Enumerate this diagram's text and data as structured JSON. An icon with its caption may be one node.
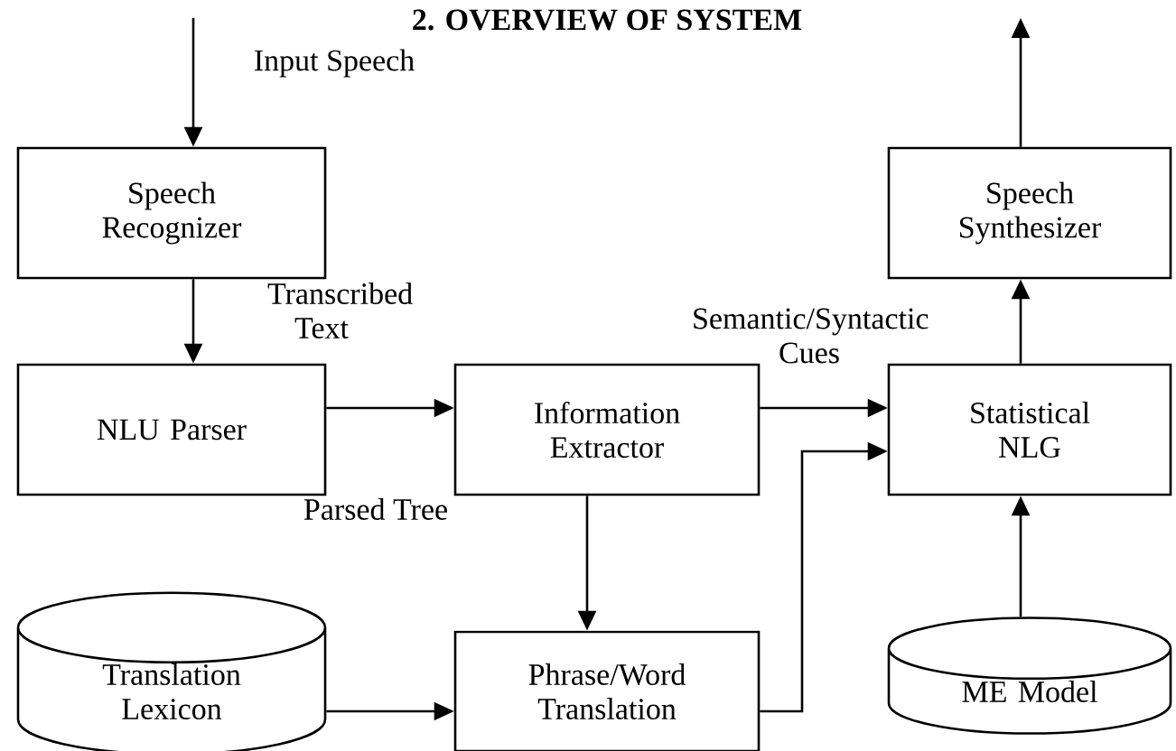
{
  "diagram": {
    "title": "2. OVERVIEW OF SYSTEM",
    "nodes": [
      {
        "text": [
          "Speech Recognizer"
        ]
      },
      {
        "text": [
          "NLU Parser"
        ]
      },
      {
        "text": [
          "Information Extractor"
        ]
      },
      {
        "text": [
          "Speech Synthesizer"
        ]
      },
      {
        "text": [
          "Statistical NLG"
        ]
      },
      {
        "text": [
          "Translation Lexicon"
        ]
      },
      {
        "text": [
          "Phrase/Word Translation"
        ]
      },
      {
        "text": [
          "ME Model"
        ]
      }
    ],
    "edges": [
      {
        "from": null,
        "to": 0,
        "arrow": "to",
        "label": "Input Speech"
      },
      {
        "from": 0,
        "to": 1,
        "arrow": "to",
        "label": "Transcribed Text"
      },
      {
        "from": 1,
        "to": 2,
        "arrow": "to",
        "label": "Parsed Tree"
      },
      {
        "from": 2,
        "to": 4,
        "arrow": "to",
        "label": "Semantic/Syntactic Cues"
      },
      {
        "from": 2,
        "to": 6,
        "arrow": "to"
      },
      {
        "from": 6,
        "to": 4,
        "arrow": "to"
      },
      {
        "from": 5,
        "to": 6,
        "arrow": "to"
      },
      {
        "from": 7,
        "to": 4,
        "arrow": "to"
      },
      {
        "from": 4,
        "to": 3,
        "arrow": "to"
      },
      {
        "from": 3,
        "to": null,
        "arrow": "to"
      }
    ]
  }
}
